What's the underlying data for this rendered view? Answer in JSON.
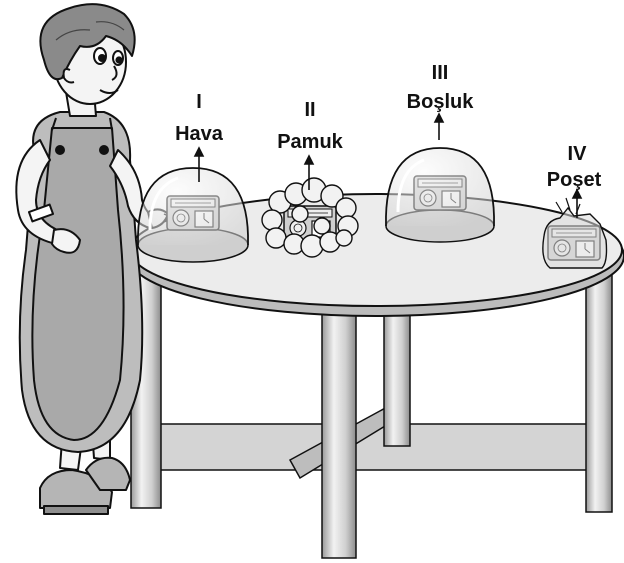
{
  "labels": {
    "air": {
      "numeral": "I",
      "name": "Hava"
    },
    "cotton": {
      "numeral": "II",
      "name": "Pamuk"
    },
    "vacuum": {
      "numeral": "III",
      "name": "Boşluk"
    },
    "bag": {
      "numeral": "IV",
      "name": "Poşet"
    }
  },
  "colors": {
    "outline": "#111111",
    "table_top": "#eeeeee",
    "legs": "#c8c8c8",
    "dome": "#e4e4e4",
    "dress": "#bdbdbd",
    "hair": "#8a8a8a"
  }
}
